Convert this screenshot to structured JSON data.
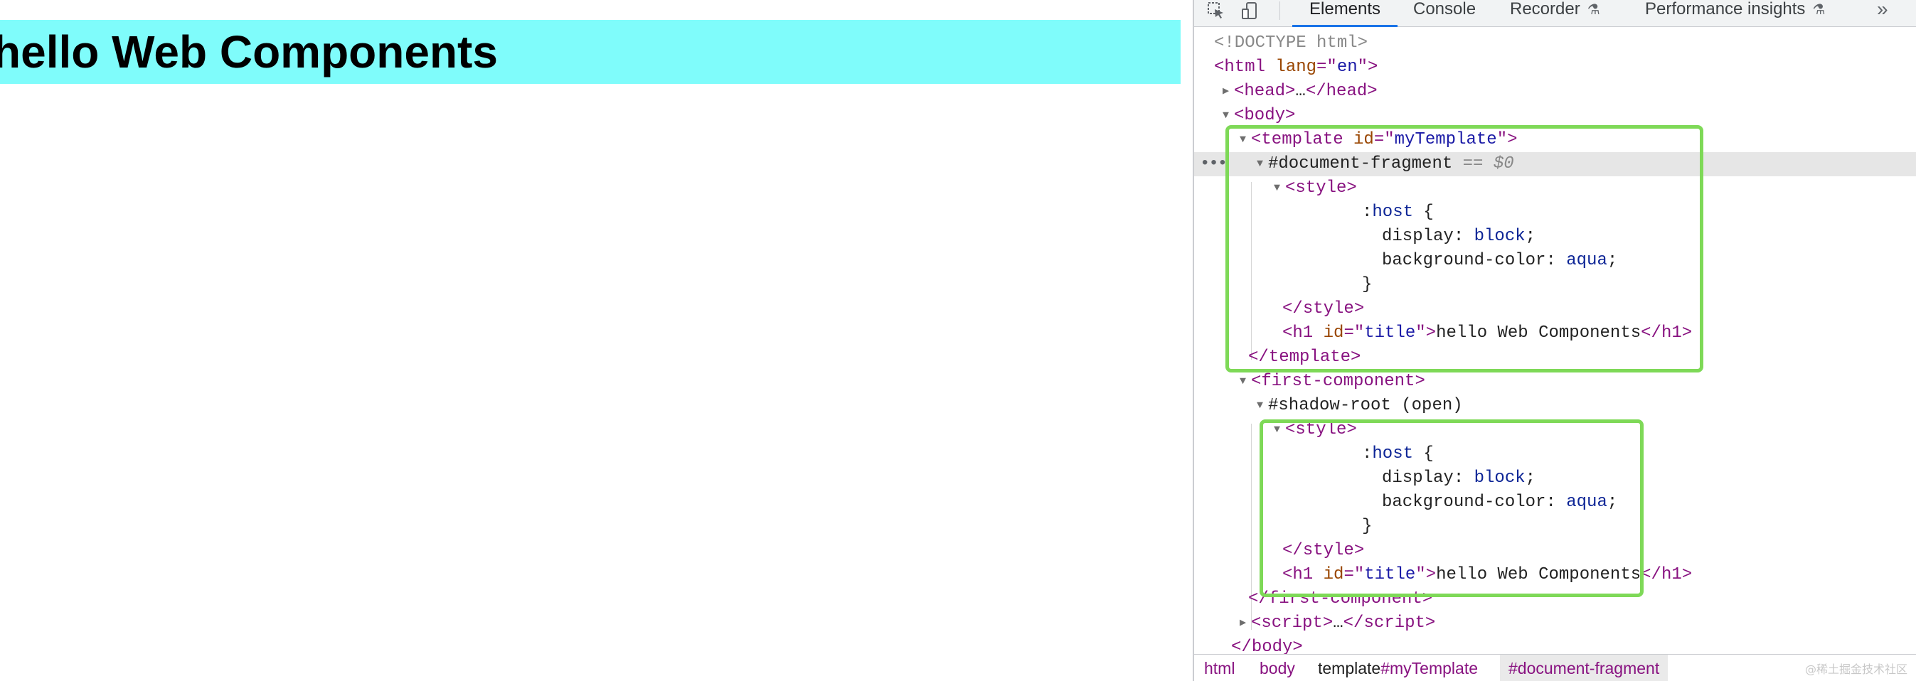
{
  "page": {
    "banner_text": "hello Web Components",
    "banner_color": "#7ffcfb"
  },
  "devtools": {
    "toolbar": {
      "inspect_icon": "inspect-element-icon",
      "device_icon": "device-toolbar-icon",
      "more_icon": "more-tabs-chevron-icon"
    },
    "tabs": [
      {
        "label": "Elements",
        "active": true
      },
      {
        "label": "Console",
        "active": false
      },
      {
        "label": "Recorder",
        "active": false,
        "experimental": true
      },
      {
        "label": "Performance insights",
        "active": false,
        "experimental": true
      }
    ],
    "more_tabs_glyph": "»",
    "tree": {
      "doctype": "<!DOCTYPE html>",
      "html_open": "html",
      "lang_attr": "lang",
      "lang_val": "en",
      "head_collapsed": "head",
      "head_ellipsis": "…",
      "body_tag": "body",
      "template_tag": "template",
      "template_id_attr": "id",
      "template_id_val": "myTemplate",
      "doc_fragment": "#document-fragment",
      "doc_fragment_eq": "== $0",
      "style_tag": "style",
      "css_selector_colon": ":",
      "css_selector_kw": "host",
      "css_open_brace": " {",
      "css_prop1": "display: ",
      "css_val1": "block",
      "css_prop2": "background-color: ",
      "css_val2": "aqua",
      "css_close_brace": "}",
      "h1_tag": "h1",
      "h1_id_attr": "id",
      "h1_id_val": "title",
      "h1_text": "hello Web Components",
      "first_component_tag": "first-component",
      "shadow_root": "#shadow-root (open)",
      "script_tag": "script",
      "script_ellipsis": "…"
    },
    "breadcrumbs": [
      {
        "label": "html"
      },
      {
        "label": "body"
      },
      {
        "label": "template",
        "id": "#myTemplate"
      },
      {
        "label": "#document-fragment",
        "active": true
      }
    ]
  },
  "watermark": "@稀土掘金技术社区",
  "colors": {
    "highlight": "#7ed957",
    "tag": "#881280",
    "attr": "#994500",
    "value": "#1a1aa6",
    "active_tab_underline": "#1a73e8"
  }
}
